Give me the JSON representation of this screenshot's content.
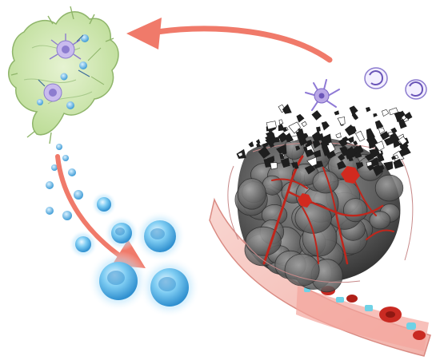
{
  "illustration": {
    "palette": {
      "arrow": "#f07a6a",
      "lymph_node": "#cfe6b0",
      "lymph_node_outline": "#8fb56a",
      "immune_cell": "#6fc3ef",
      "immune_cell_glow": "#b9e4fb",
      "immune_cell_nucleus": "#3a93cf",
      "tumor_cell": "#6b6b6b",
      "tumor_cell_dark": "#3f3f3f",
      "blood_vessel": "#f6c3bd",
      "blood_vessel_outline": "#d98a82",
      "red_blood_cell": "#c92a22",
      "tumor_vasculature": "#c0261c",
      "antigen_debris": "#1e1e1e",
      "dendritic_cell": "#b9a7e6"
    },
    "icons": [
      "curved-arrow-left",
      "curved-arrow-down",
      "lymph-node",
      "immune-cell",
      "tumor-mass",
      "blood-vessel",
      "antigen-debris",
      "dendritic-cell"
    ]
  }
}
